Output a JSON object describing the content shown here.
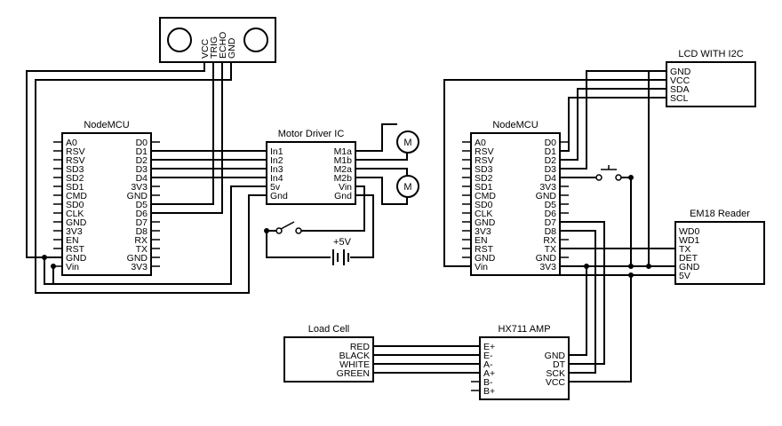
{
  "sensor": {
    "pins": [
      "VCC",
      "TRIG",
      "ECHO",
      "GND"
    ]
  },
  "nodemcu_left": {
    "title": "NodeMCU",
    "left_pins": [
      "A0",
      "RSV",
      "RSV",
      "SD3",
      "SD2",
      "SD1",
      "CMD",
      "SD0",
      "CLK",
      "GND",
      "3V3",
      "EN",
      "RST",
      "GND",
      "Vin"
    ],
    "right_pins": [
      "D0",
      "D1",
      "D2",
      "D3",
      "D4",
      "3V3",
      "GND",
      "D5",
      "D6",
      "D7",
      "D8",
      "RX",
      "TX",
      "GND",
      "3V3"
    ]
  },
  "motor_driver": {
    "title": "Motor Driver IC",
    "left_pins": [
      "In1",
      "In2",
      "In3",
      "In4",
      "5v",
      "Gnd"
    ],
    "right_pins": [
      "M1a",
      "M1b",
      "M2a",
      "M2b",
      "Vin",
      "Gnd"
    ],
    "motor_symbol": "M"
  },
  "battery": {
    "label": "+5V"
  },
  "nodemcu_right": {
    "title": "NodeMCU",
    "left_pins": [
      "A0",
      "RSV",
      "RSV",
      "SD3",
      "SD2",
      "SD1",
      "CMD",
      "SD0",
      "CLK",
      "GND",
      "3V3",
      "EN",
      "RST",
      "GND",
      "Vin"
    ],
    "right_pins": [
      "D0",
      "D1",
      "D2",
      "D3",
      "D4",
      "3V3",
      "GND",
      "D5",
      "D6",
      "D7",
      "D8",
      "RX",
      "TX",
      "GND",
      "3V3"
    ]
  },
  "lcd": {
    "title": "LCD WITH I2C",
    "pins": [
      "GND",
      "VCC",
      "SDA",
      "SCL"
    ]
  },
  "em18": {
    "title": "EM18 Reader",
    "pins": [
      "WD0",
      "WD1",
      "TX",
      "DET",
      "GND",
      "5V"
    ]
  },
  "load_cell": {
    "title": "Load Cell",
    "pins": [
      "RED",
      "BLACK",
      "WHITE",
      "GREEN"
    ]
  },
  "hx711": {
    "title": "HX711 AMP",
    "left_pins": [
      "E+",
      "E-",
      "A-",
      "A+",
      "B-",
      "B+"
    ],
    "right_pins": [
      "GND",
      "DT",
      "SCK",
      "VCC"
    ]
  },
  "colors": {
    "line": "#000000",
    "background": "#ffffff"
  }
}
